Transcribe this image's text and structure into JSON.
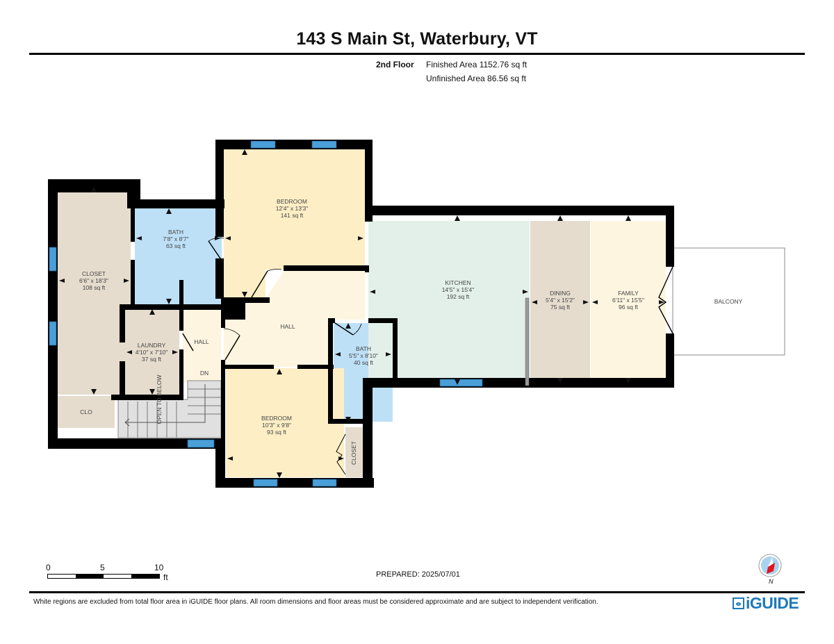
{
  "header": {
    "title": "143 S Main St, Waterbury, VT",
    "floor": "2nd Floor",
    "finished_area": "Finished Area 1152.76 sq ft",
    "unfinished_area": "Unfinished Area 86.56 sq ft"
  },
  "colors": {
    "wall": "#000000",
    "window": "#4a9fd8",
    "bedroom": "#fdeec5",
    "bath": "#bde0f7",
    "closet": "#e5dccd",
    "hall": "#fdf5e0",
    "kitchen": "#e3f0ea",
    "dining": "#e5dccd",
    "family": "#fdf5e0",
    "stairs": "#e0e0e0",
    "brand": "#1f79b9"
  },
  "rooms": {
    "closet_left": {
      "name": "CLOSET",
      "dims": "6'6\" x 18'3\"",
      "area": "108 sq ft"
    },
    "bath_upper": {
      "name": "BATH",
      "dims": "7'8\" x 8'7\"",
      "area": "63 sq ft"
    },
    "bedroom_upper": {
      "name": "BEDROOM",
      "dims": "12'4\" x 13'3\"",
      "area": "141 sq ft"
    },
    "laundry": {
      "name": "LAUNDRY",
      "dims": "4'10\" x 7'10\"",
      "area": "37 sq ft"
    },
    "hall_small": {
      "name": "HALL"
    },
    "stairs_down": {
      "name": "DN"
    },
    "open_below": {
      "name": "OPEN TO BELOW"
    },
    "clo": {
      "name": "CLO"
    },
    "hall_main": {
      "name": "HALL"
    },
    "bath_lower": {
      "name": "BATH",
      "dims": "5'5\" x 8'10\"",
      "area": "40 sq ft"
    },
    "bedroom_lower": {
      "name": "BEDROOM",
      "dims": "10'3\" x 9'8\"",
      "area": "93 sq ft"
    },
    "closet_lower": {
      "name": "CLOSET"
    },
    "kitchen": {
      "name": "KITCHEN",
      "dims": "14'5\" x 15'4\"",
      "area": "192 sq ft"
    },
    "dining": {
      "name": "DINING",
      "dims": "5'4\" x 15'2\"",
      "area": "75 sq ft"
    },
    "family": {
      "name": "FAMILY",
      "dims": "6'11\" x 15'5\"",
      "area": "96 sq ft"
    },
    "balcony": {
      "name": "BALCONY"
    }
  },
  "scale": {
    "labels": [
      "0",
      "5",
      "10"
    ],
    "unit": "ft"
  },
  "compass": {
    "label": "N"
  },
  "footer": {
    "prepared": "PREPARED: 2025/07/01",
    "disclaimer": "White regions are excluded from total floor area in iGUIDE floor plans. All room dimensions and floor areas must be considered approximate and are subject to independent verification.",
    "brand": "iGUIDE"
  }
}
